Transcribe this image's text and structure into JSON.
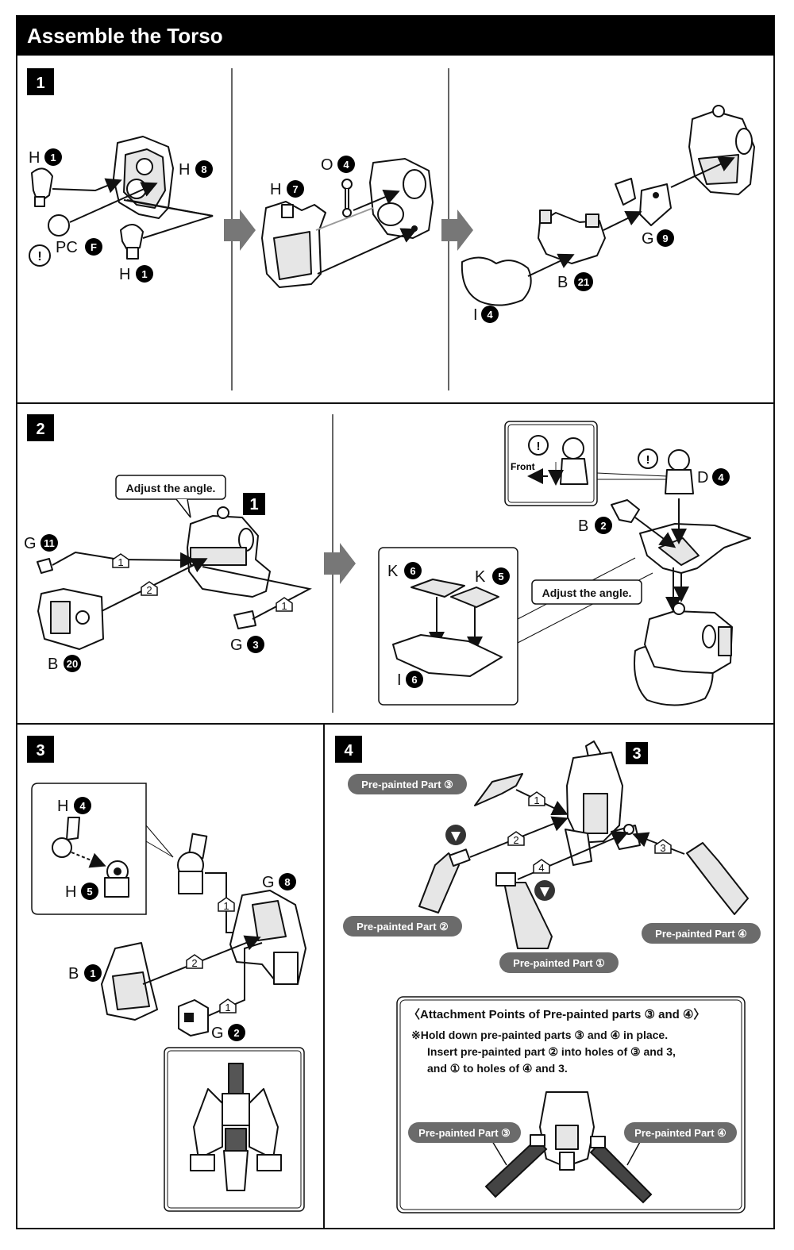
{
  "header": {
    "title": "Assemble the Torso"
  },
  "steps": {
    "s1": {
      "number": "1",
      "labels": {
        "h1a": "H",
        "h1a_num": "1",
        "h8": "H",
        "h8_num": "8",
        "pc": "PC",
        "pc_num": "F",
        "h1b": "H",
        "h1b_num": "1",
        "h7": "H",
        "h7_num": "7",
        "o4": "O",
        "o4_num": "4",
        "g9": "G",
        "g9_num": "9",
        "b21": "B",
        "b21_num": "21",
        "i4": "I",
        "i4_num": "4"
      },
      "warning": "!"
    },
    "s2": {
      "number": "2",
      "callout_left": "Adjust the angle.",
      "ref_step": "1",
      "labels": {
        "g11": "G",
        "g11_num": "11",
        "b20": "B",
        "b20_num": "20",
        "g3": "G",
        "g3_num": "3",
        "d4": "D",
        "d4_num": "4",
        "b2": "B",
        "b2_num": "2",
        "k6": "K",
        "k6_num": "6",
        "k5": "K",
        "k5_num": "5",
        "i6": "I",
        "i6_num": "6"
      },
      "seq": {
        "one": "1",
        "two": "2"
      },
      "front": "Front",
      "callout_right": "Adjust the angle.",
      "warning": "!"
    },
    "s3": {
      "number": "3",
      "labels": {
        "h4": "H",
        "h4_num": "4",
        "h5": "H",
        "h5_num": "5",
        "g8": "G",
        "g8_num": "8",
        "b1": "B",
        "b1_num": "1",
        "g2": "G",
        "g2_num": "2"
      },
      "seq": {
        "one": "1",
        "two": "2"
      }
    },
    "s4": {
      "number": "4",
      "ref_step": "3",
      "pills": {
        "p3": "Pre-painted Part ③",
        "p2": "Pre-painted Part ②",
        "p1": "Pre-painted Part ①",
        "p4": "Pre-painted Part ④"
      },
      "seq": {
        "one": "1",
        "two": "2",
        "three": "3",
        "four": "4"
      },
      "note": {
        "title": "〈Attachment Points of Pre-painted parts ③ and ④〉",
        "line1": "※Hold down pre-painted parts ③ and ④ in place.",
        "line2": "Insert pre-painted part ② into holes of ③ and 3,",
        "line3": "and ① to holes of ④ and 3.",
        "pill_left": "Pre-painted Part ③",
        "pill_right": "Pre-painted Part ④"
      }
    }
  },
  "colors": {
    "header_bg": "#000000",
    "pill_bg": "#6b6b6b",
    "border": "#111111"
  },
  "icons": [
    "warning-icon",
    "arrow-right-icon",
    "glue-icon"
  ]
}
